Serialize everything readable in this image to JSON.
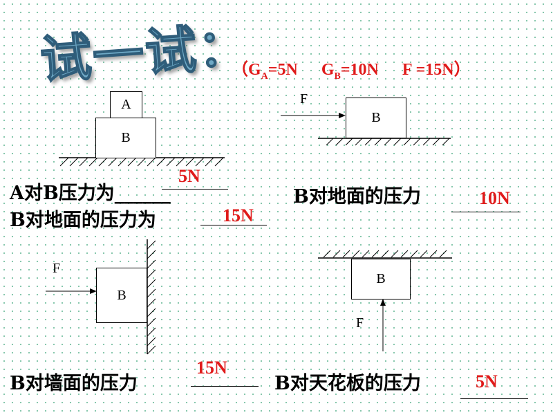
{
  "title": "试一试：",
  "given": {
    "open_paren": "（",
    "ga_symbol": "G",
    "ga_sub": "A",
    "ga_value": "=5N",
    "gb_symbol": "G",
    "gb_sub": "B",
    "gb_value": "=10N",
    "f_value": "F =15N",
    "close_paren": "）"
  },
  "diagrams": {
    "stack": {
      "block_a": "A",
      "block_b": "B"
    },
    "floor_push": {
      "force": "F",
      "block": "B"
    },
    "wall_push": {
      "force": "F",
      "block": "B"
    },
    "ceiling_push": {
      "force": "F",
      "block": "B"
    }
  },
  "questions": {
    "q1": {
      "text": "A对B压力为______",
      "answer": "5N"
    },
    "q2": {
      "text": "B对地面的压力为",
      "answer": "15N"
    },
    "q3": {
      "text": "B对地面的压力",
      "answer": "10N"
    },
    "q4": {
      "text": "B对墙面的压力",
      "answer": "15N"
    },
    "q5": {
      "text": "B对天花板的压力",
      "answer": "5N"
    }
  }
}
